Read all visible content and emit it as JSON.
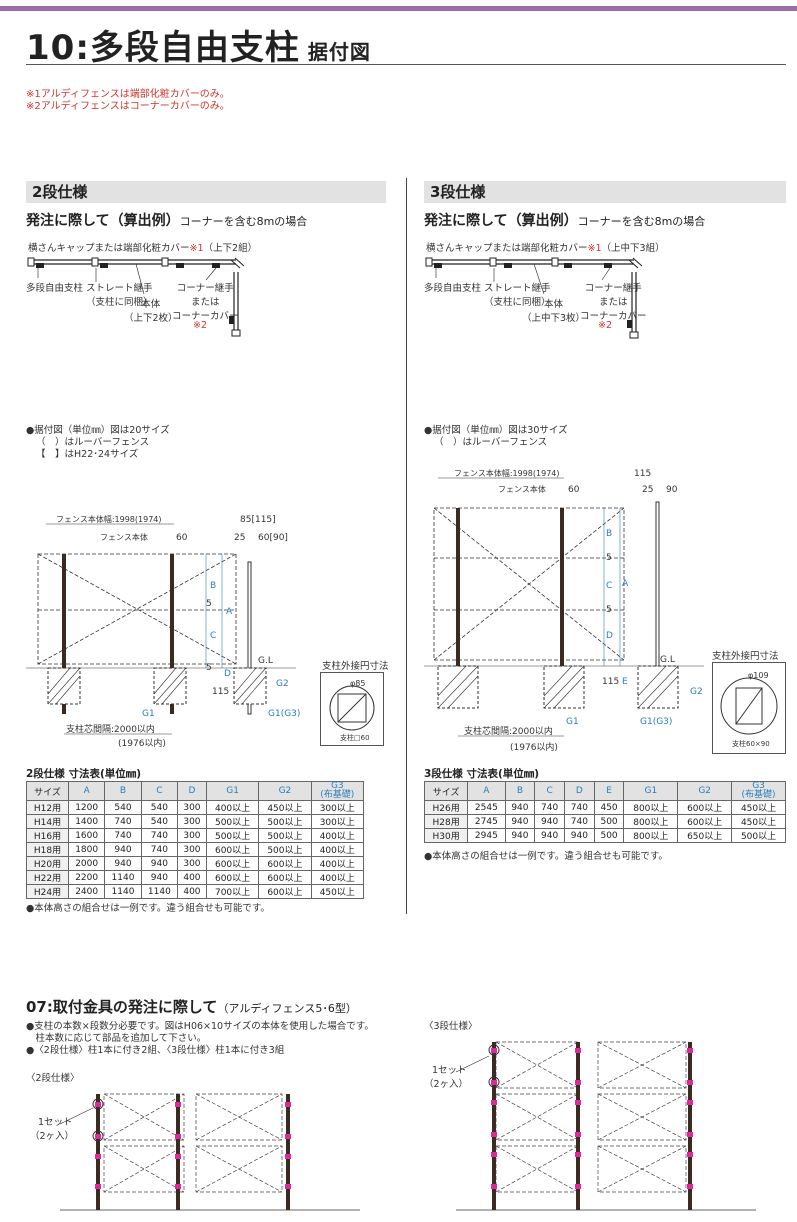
{
  "header": {
    "title": "10:多段自由支柱",
    "subtitle": "据付図",
    "notes": [
      "※1アルディフェンスは端部化粧カバーのみ。",
      "※2アルディフェンスはコーナーカバーのみ。"
    ]
  },
  "left": {
    "section": "2段仕様",
    "order_heading": "発注に際して（算出例）",
    "order_sub": "コーナーを含む8mの場合",
    "cap_label": "横さんキャップまたは端部化粧カバー",
    "cap_mark": "※1",
    "cap_tail": "（上下2組）",
    "post_label": "多段自由支柱",
    "joint_label": "ストレート継手\n（支柱に同梱）",
    "body_label": "本体\n（上下2枚）",
    "corner_label": "コーナー継手\nまたは\nコーナーカバー",
    "corner_mark": "※2",
    "install_notes": [
      "●据付図（単位㎜）図は20サイズ",
      "（　）はルーバーフェンス",
      "【　】はH22･24サイズ"
    ],
    "table_caption": "2段仕様 寸法表(単位㎜)",
    "headers": [
      "サイズ",
      "A",
      "B",
      "C",
      "D",
      "G1",
      "G2",
      "G3\n(布基礎)"
    ],
    "rows": [
      [
        "H12用",
        "1200",
        "540",
        "540",
        "300",
        "400以上",
        "450以上",
        "300以上"
      ],
      [
        "H14用",
        "1400",
        "740",
        "540",
        "300",
        "500以上",
        "500以上",
        "300以上"
      ],
      [
        "H16用",
        "1600",
        "740",
        "740",
        "300",
        "500以上",
        "500以上",
        "400以上"
      ],
      [
        "H18用",
        "1800",
        "940",
        "740",
        "300",
        "600以上",
        "500以上",
        "400以上"
      ],
      [
        "H20用",
        "2000",
        "940",
        "940",
        "300",
        "600以上",
        "600以上",
        "400以上"
      ],
      [
        "H22用",
        "2200",
        "1140",
        "940",
        "400",
        "600以上",
        "600以上",
        "400以上"
      ],
      [
        "H24用",
        "2400",
        "1140",
        "1140",
        "400",
        "700以上",
        "600以上",
        "450以上"
      ]
    ],
    "table_note": "●本体高さの組合せは一例です。違う組合せも可能です。",
    "diagram": {
      "fence_width": "フェンス本体幅:1998(1974)",
      "fence_body": "フェンス本体",
      "dim60": "60",
      "dim85": "85[115]",
      "dim25": "25",
      "dim6090": "60[90]",
      "gl": "G.L",
      "pitch": "支柱芯間隔:2000以内",
      "pitch2": "(1976以内)",
      "d115": "115",
      "g1": "G1",
      "g1g3": "G1(G3)",
      "g2": "G2",
      "letters": [
        "B",
        "A",
        "C",
        "D",
        "5",
        "5"
      ],
      "hole_title": "支柱外接円寸法",
      "hole_dia": "φ85",
      "hole_post": "支柱□60"
    }
  },
  "right": {
    "section": "3段仕様",
    "order_heading": "発注に際して（算出例）",
    "order_sub": "コーナーを含む8mの場合",
    "cap_label": "横さんキャップまたは端部化粧カバー",
    "cap_mark": "※1",
    "cap_tail": "（上中下3組）",
    "post_label": "多段自由支柱",
    "joint_label": "ストレート継手\n（支柱に同梱）",
    "body_label": "本体\n（上中下3枚）",
    "corner_label": "コーナー継手\nまたは\nコーナーカバー",
    "corner_mark": "※2",
    "install_notes": [
      "●据付図（単位㎜）図は30サイズ",
      "（　）はルーバーフェンス"
    ],
    "table_caption": "3段仕様 寸法表(単位㎜)",
    "headers": [
      "サイズ",
      "A",
      "B",
      "C",
      "D",
      "E",
      "G1",
      "G2",
      "G3\n(布基礎)"
    ],
    "rows": [
      [
        "H26用",
        "2545",
        "940",
        "740",
        "740",
        "450",
        "800以上",
        "600以上",
        "450以上"
      ],
      [
        "H28用",
        "2745",
        "940",
        "940",
        "740",
        "500",
        "800以上",
        "600以上",
        "450以上"
      ],
      [
        "H30用",
        "2945",
        "940",
        "940",
        "940",
        "500",
        "800以上",
        "650以上",
        "500以上"
      ]
    ],
    "table_note": "●本体高さの組合せは一例です。違う組合せも可能です。",
    "diagram": {
      "fence_width": "フェンス本体幅:1998(1974)",
      "fence_body": "フェンス本体",
      "dim60": "60",
      "dim115": "115",
      "dim25": "25",
      "dim90": "90",
      "gl": "G.L",
      "pitch": "支柱芯間隔:2000以内",
      "pitch2": "(1976以内)",
      "d115": "115",
      "g1": "G1",
      "g1g3": "G1(G3)",
      "g2": "G2",
      "letters": [
        "B",
        "A",
        "C",
        "D",
        "E",
        "5",
        "5"
      ],
      "hole_title": "支柱外接円寸法",
      "hole_dia": "φ109",
      "hole_post": "支柱60×90"
    }
  },
  "bottom": {
    "heading": "07:取付金具の発注に際して",
    "heading_sub": "（アルディフェンス5･6型）",
    "notes": [
      "●支柱の本数×段数分必要です。図はH06×10サイズの本体を使用した場合です。",
      "　柱本数に応じて部品を追加して下さい。",
      "●〈2段仕様〉柱1本に付き2組、〈3段仕様〉柱1本に付き3組"
    ],
    "label2": "〈2段仕様〉",
    "label3": "〈3段仕様〉",
    "set_label": "1セット",
    "set_sub": "（2ヶ入）"
  },
  "colors": {
    "accent": "#9a6fa8",
    "red": "#d0342c",
    "blue": "#2a7fb8",
    "magenta": "#e0289a"
  }
}
